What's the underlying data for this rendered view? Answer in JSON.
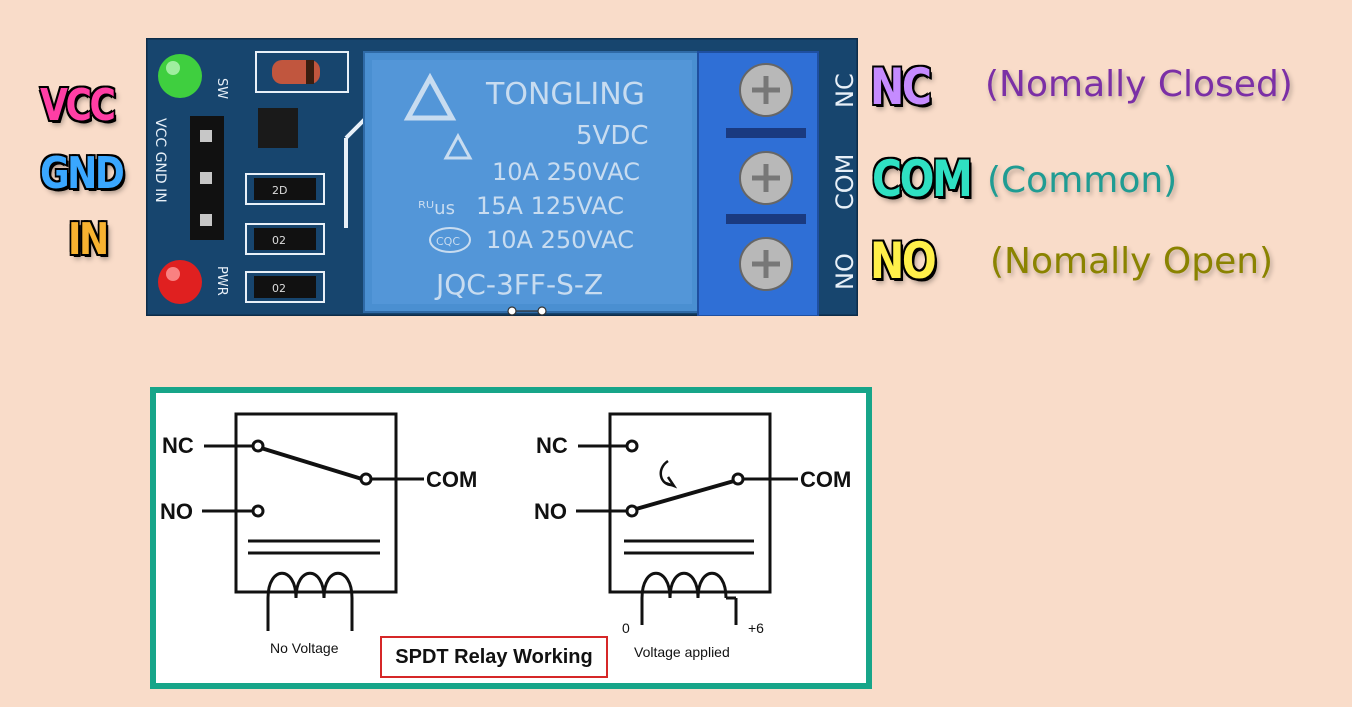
{
  "pins": {
    "vcc": {
      "label": "VCC",
      "color": "#ff3ea5"
    },
    "gnd": {
      "label": "GND",
      "color": "#3aa7ff"
    },
    "in": {
      "label": "IN",
      "color": "#f7b230"
    }
  },
  "terminals": {
    "nc": {
      "label": "NC",
      "desc": "(Nomally Closed)",
      "color": "#c58bff",
      "desc_color": "#7b2fa6"
    },
    "com": {
      "label": "COM",
      "desc": "(Common)",
      "color": "#2fe0c2",
      "desc_color": "#1f9c93"
    },
    "no": {
      "label": "NO",
      "desc": "(Nomally Open)",
      "color": "#fff04a",
      "desc_color": "#8a8300"
    }
  },
  "board": {
    "relay_brand": "TONGLING",
    "relay_voltage": "5VDC",
    "rating_1": "10A 250VAC",
    "rating_2": "15A 125VAC",
    "rating_3": "10A 250VAC",
    "model": "JQC-3FF-S-Z",
    "silk_header": "VCC GND IN",
    "silk_sw": "SW",
    "silk_pwr": "PWR",
    "silk_nc": "NC",
    "silk_com": "COM",
    "silk_no": "NO",
    "ul_mark": "ᴿᵁus",
    "cqc_mark": "CQC",
    "res_1": "2D",
    "res_2": "02",
    "res_3": "02",
    "colors": {
      "pcb": "#17456e",
      "relay": "#4a8fd1",
      "terminal": "#2f6fd6",
      "led_green": "#3fcf3f",
      "led_red": "#e02020"
    }
  },
  "diagram": {
    "left": {
      "nc": "NC",
      "no": "NO",
      "com": "COM",
      "state": "No Voltage"
    },
    "right": {
      "nc": "NC",
      "no": "NO",
      "com": "COM",
      "state": "Voltage applied",
      "v0": "0",
      "v6": "+6"
    },
    "caption": "SPDT Relay Working",
    "border_color": "#17a589"
  }
}
